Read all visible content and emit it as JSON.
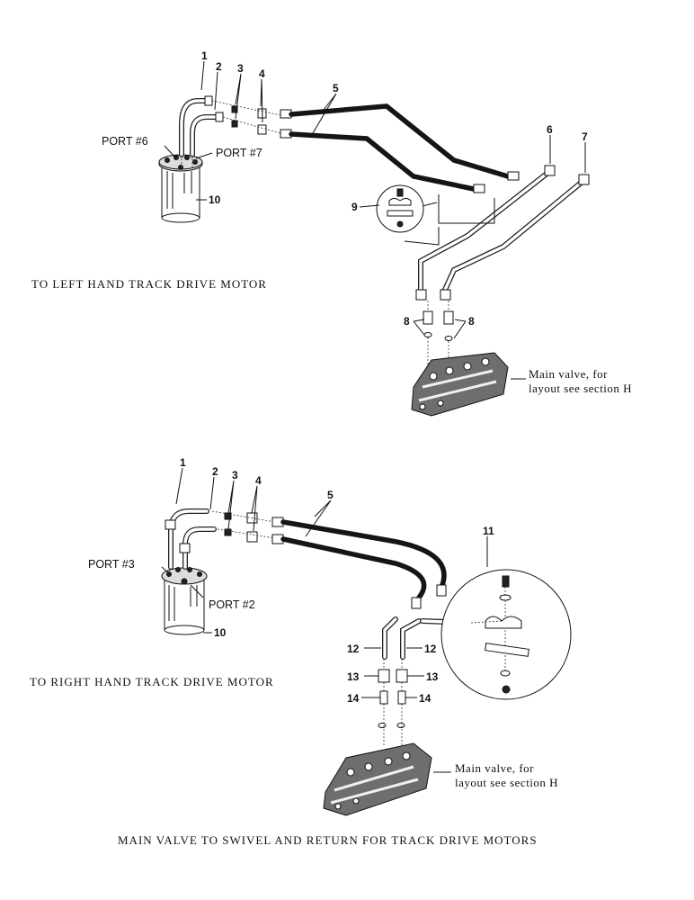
{
  "top_section": {
    "caption": "TO LEFT HAND TRACK DRIVE MOTOR",
    "port_a": "PORT #6",
    "port_b": "PORT #7",
    "valve_note_1": "Main valve, for",
    "valve_note_2": "layout see section H",
    "callouts": [
      "1",
      "2",
      "3",
      "4",
      "5",
      "6",
      "7",
      "8",
      "8",
      "9",
      "10"
    ]
  },
  "bottom_section": {
    "caption": "TO RIGHT HAND TRACK DRIVE MOTOR",
    "port_a": "PORT #3",
    "port_b": "PORT #2",
    "valve_note_1": "Main valve, for",
    "valve_note_2": "layout see section H",
    "callouts": [
      "1",
      "2",
      "3",
      "4",
      "5",
      "10",
      "11",
      "12",
      "12",
      "13",
      "13",
      "14",
      "14"
    ]
  },
  "figure_caption": "MAIN VALVE TO SWIVEL AND RETURN FOR TRACK DRIVE MOTORS"
}
